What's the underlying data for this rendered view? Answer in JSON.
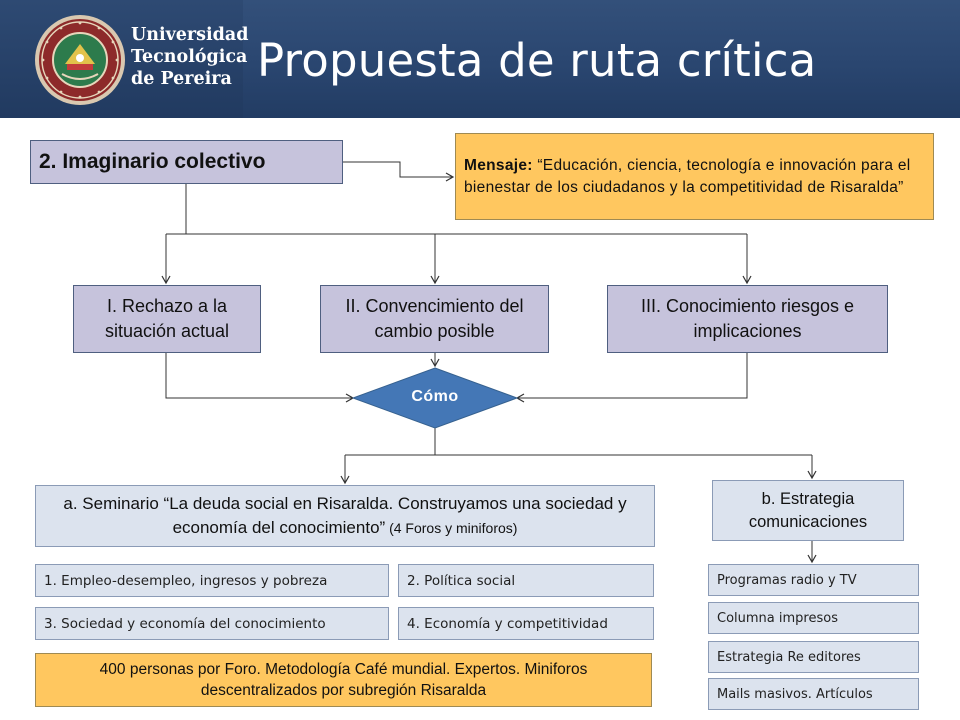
{
  "header": {
    "university_lines": [
      "Universidad",
      "Tecnológica",
      "de Pereira"
    ],
    "title": "Propuesta de ruta crítica"
  },
  "diagram": {
    "root": "2. Imaginario colectivo",
    "message": {
      "label": "Mensaje:",
      "text": " “Educación, ciencia, tecnología e innovación para el bienestar de los ciudadanos y la competitividad de Risaralda”"
    },
    "phases": [
      "I. Rechazo a la situación actual",
      "II. Convencimiento del cambio posible",
      "III. Conocimiento riesgos e implicaciones"
    ],
    "decision": "Cómo",
    "seminar": {
      "text": "a. Seminario “La deuda social en Risaralda. Construyamos una sociedad y economía del conocimiento”",
      "note": " (4 Foros y miniforos)"
    },
    "forums": [
      "1. Empleo-desempleo, ingresos y pobreza",
      "2. Política social",
      "3. Sociedad y economía del conocimiento",
      "4. Economía y competitividad"
    ],
    "participants": "400 personas por Foro. Metodología Café mundial. Expertos. Miniforos descentralizados por subregión Risaralda",
    "strategy": "b. Estrategia comunicaciones",
    "channels": [
      "Programas radio y TV",
      "Columna impresos",
      "Estrategia Re editores",
      "Mails masivos. Artículos"
    ]
  },
  "colors": {
    "header": "#2a4670",
    "purple_box": "#c6c3dc",
    "orange_box": "#ffc75f",
    "blue_box": "#dce3ee",
    "diamond": "#4477b6"
  }
}
